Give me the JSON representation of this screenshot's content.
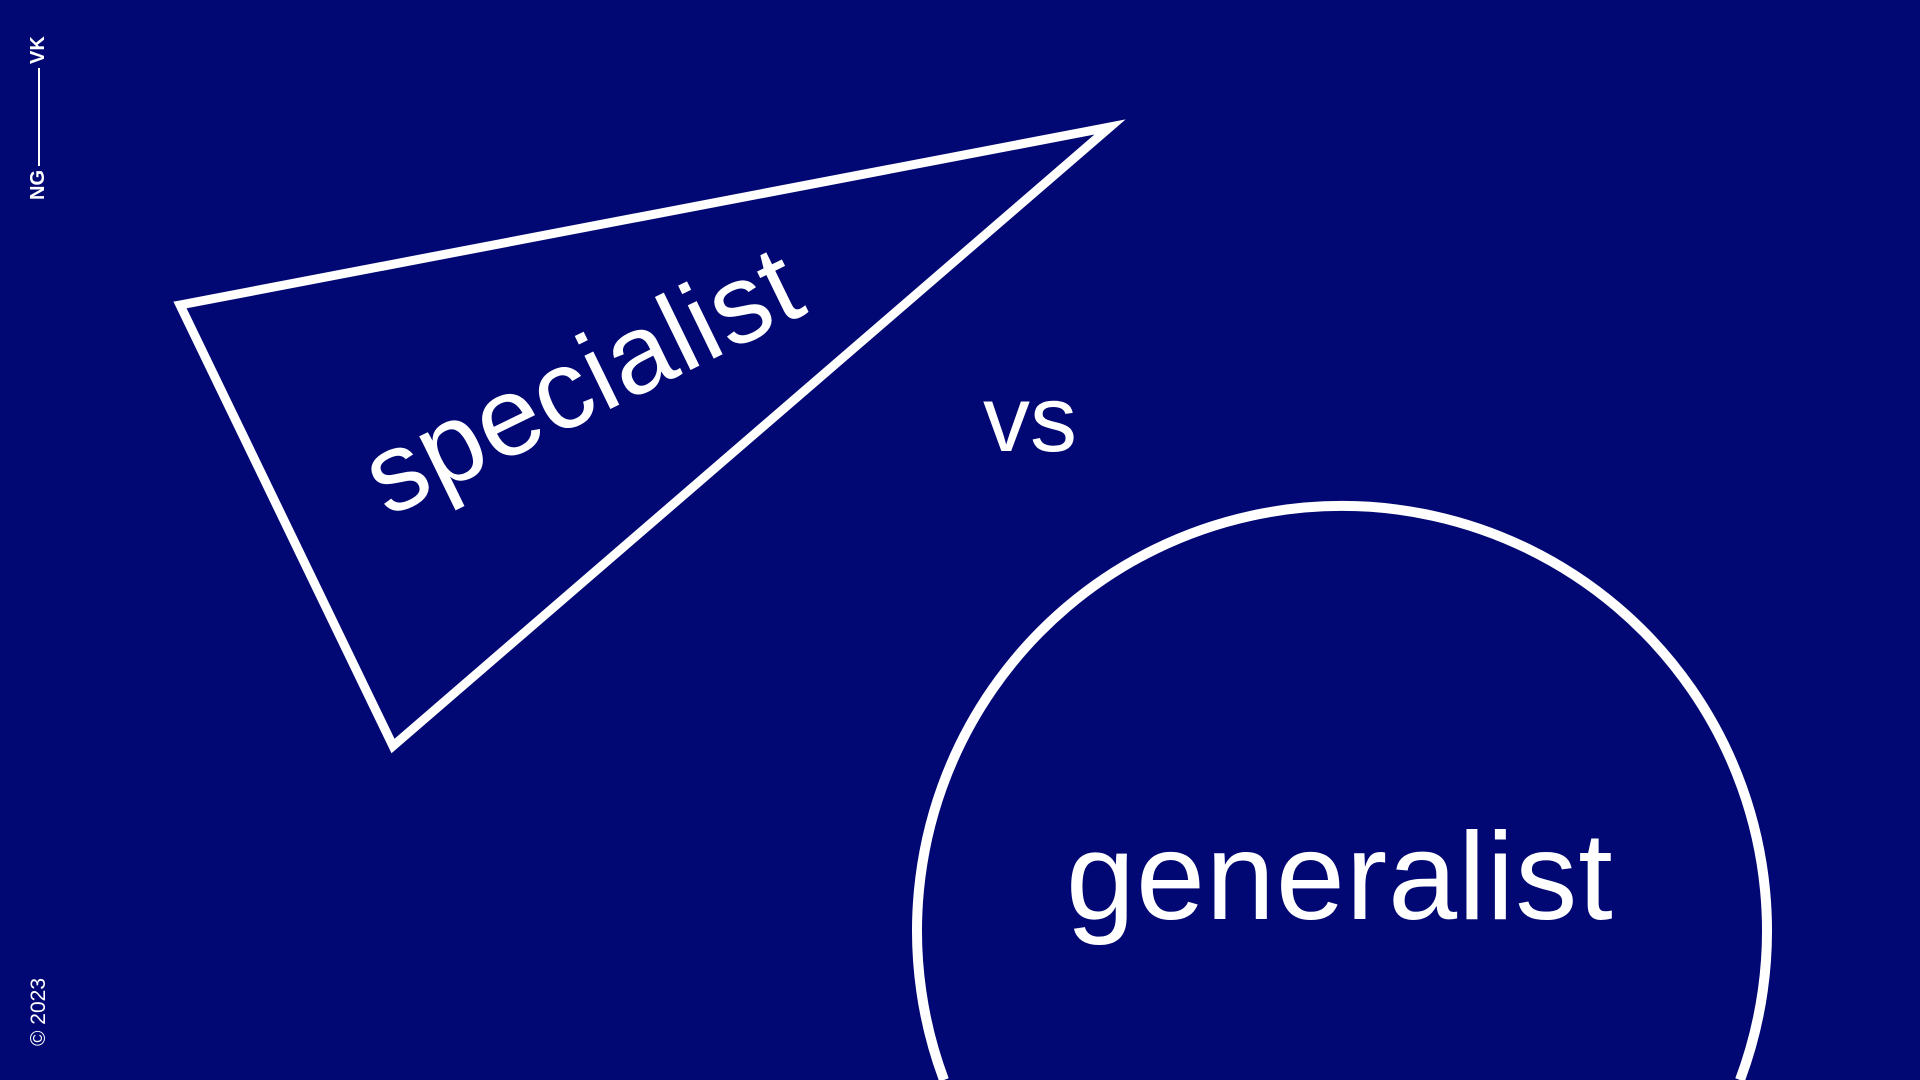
{
  "logo": {
    "left": "NG",
    "right": "VK"
  },
  "copyright": "© 2023",
  "words": {
    "specialist": "specialist",
    "vs": "vs",
    "generalist": "generalist"
  },
  "colors": {
    "background": "#020873",
    "foreground": "#ffffff"
  }
}
